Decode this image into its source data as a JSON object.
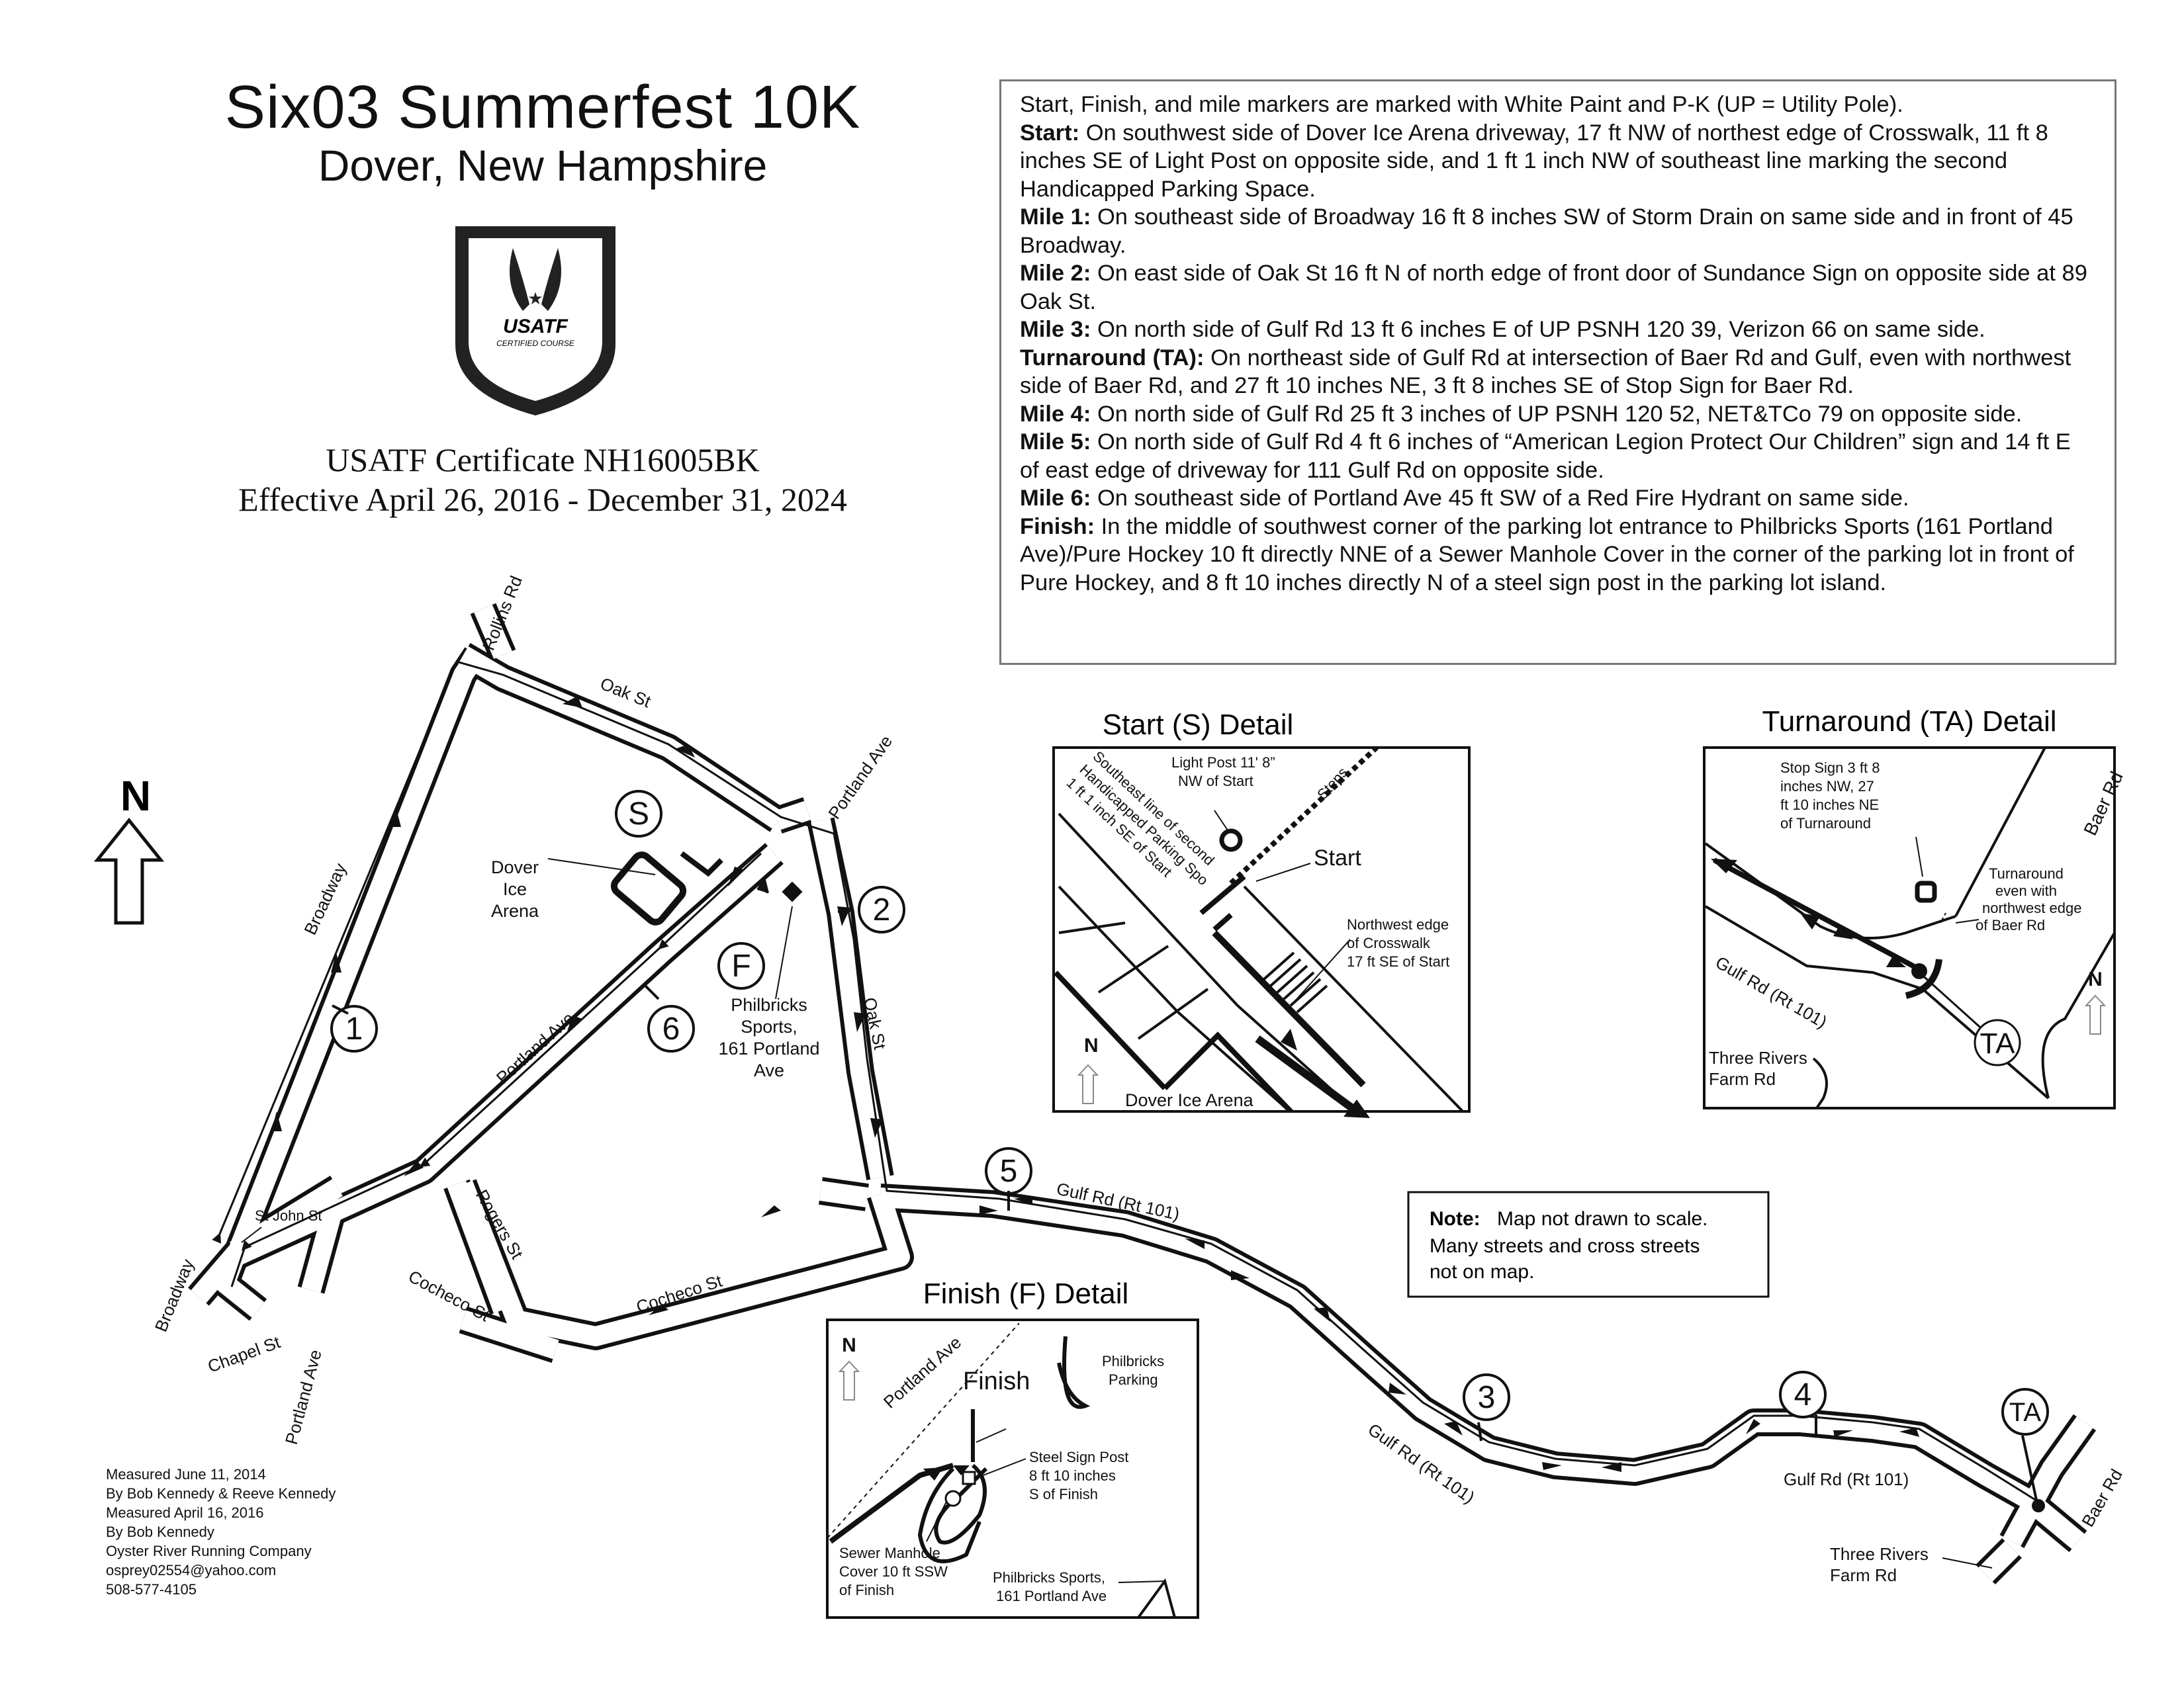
{
  "header": {
    "title": "Six03 Summerfest 10K",
    "subtitle": "Dover, New Hampshire",
    "badge_top": "USATF",
    "badge_bottom": "CERTIFIED COURSE",
    "certificate": "USATF Certificate NH16005BK",
    "effective": "Effective April 26, 2016 - December 31, 2024"
  },
  "description": {
    "intro": "Start, Finish, and mile markers are marked with White Paint and P-K (UP = Utility Pole).",
    "entries": [
      {
        "label": "Start:",
        "text": "On southwest side of Dover Ice Arena driveway, 17 ft NW of northest edge of Crosswalk, 11 ft 8 inches SE of Light Post on opposite side, and 1 ft 1 inch NW of southeast line marking the second Handicapped Parking Space."
      },
      {
        "label": "Mile 1:",
        "text": "On southeast side of Broadway 16 ft 8 inches SW of Storm Drain on same side and in front of 45 Broadway."
      },
      {
        "label": "Mile 2:",
        "text": "On east side of Oak St 16 ft N of north edge of front door of Sundance Sign on opposite side at 89 Oak St."
      },
      {
        "label": "Mile 3:",
        "text": "On north side of Gulf Rd 13 ft 6 inches E of UP  PSNH 120 39, Verizon 66 on same side."
      },
      {
        "label": "Turnaround (TA):",
        "text": "On northeast side of Gulf Rd at intersection of Baer Rd and Gulf, even with northwest side of Baer Rd, and 27 ft 10 inches NE, 3 ft 8 inches SE of Stop Sign for Baer Rd."
      },
      {
        "label": "Mile 4:",
        "text": "On north side of Gulf Rd 25 ft 3 inches of UP  PSNH 120 52, NET&TCo 79 on opposite side."
      },
      {
        "label": "Mile 5:",
        "text": "On north side of Gulf Rd 4 ft 6 inches of “American Legion Protect Our Children” sign and 14 ft E of east edge of driveway for 111 Gulf Rd on opposite side."
      },
      {
        "label": "Mile 6:",
        "text": "On southeast side of Portland Ave 45 ft SW of a Red Fire Hydrant on same side."
      },
      {
        "label": "Finish:",
        "text": "In the middle of southwest corner of the parking lot entrance to Philbricks Sports (161 Portland Ave)/Pure Hockey 10 ft directly NNE of a Sewer Manhole Cover in the corner of the parking lot in front of Pure Hockey, and 8 ft 10 inches directly N of a steel sign post  in the parking lot island."
      }
    ]
  },
  "measured": [
    "Measured June 11, 2014",
    "By Bob Kennedy & Reeve Kennedy",
    "Measured April 16, 2016",
    "By Bob Kennedy",
    "Oyster River Running Company",
    "osprey02554@yahoo.com",
    "508-577-4105"
  ],
  "note": {
    "label": "Note:",
    "line1": "Map not drawn to scale.",
    "line2": "Many streets and cross streets",
    "line3": "not on map."
  },
  "compass": "N",
  "streets": {
    "rollins": "Rollins Rd",
    "oak_top": "Oak St",
    "portland_top": "Portland Ave",
    "broadway_left": "Broadway",
    "oak_right": "Oak St",
    "portland_mid": "Portland Ave",
    "st_john": "St John St",
    "broadway_bottom": "Broadway",
    "chapel": "Chapel St",
    "portland_bottom": "Portland Ave",
    "rogers": "Rogers St",
    "cocheco_left": "Cocheco St",
    "cocheco_right": "Cocheco St",
    "gulf_1": "Gulf Rd (Rt 101)",
    "gulf_2": "Gulf Rd (Rt 101)",
    "gulf_3": "Gulf Rd (Rt 101)",
    "baer": "Baer Rd",
    "three_rivers_1": "Three Rivers",
    "three_rivers_2": "Farm Rd"
  },
  "places": {
    "arena_1": "Dover",
    "arena_2": "Ice",
    "arena_3": "Arena",
    "philbricks_1": "Philbricks",
    "philbricks_2": "Sports,",
    "philbricks_3": "161 Portland",
    "philbricks_4": "Ave"
  },
  "markers": {
    "start": "S",
    "finish": "F",
    "mile1": "1",
    "mile2": "2",
    "mile3": "3",
    "mile4": "4",
    "mile5": "5",
    "mile6": "6",
    "turnaround": "TA"
  },
  "start_detail": {
    "title": "Start (S) Detail",
    "light_1": "Light Post 11' 8”",
    "light_2": "NW of Start",
    "steps": "Steps",
    "start": "Start",
    "hc_1": "Southeast line of second",
    "hc_2": "Handicapped Parking Spo",
    "hc_3": "1 ft 1 inch SE of Start",
    "cw_1": "Northwest edge",
    "cw_2": "of Crosswalk",
    "cw_3": "17 ft SE of Start",
    "arena": "Dover Ice Arena",
    "north": "N"
  },
  "ta_detail": {
    "title": "Turnaround (TA) Detail",
    "stop_1": "Stop Sign 3 ft 8",
    "stop_2": "inches NW, 27",
    "stop_3": "ft 10 inches NE",
    "stop_4": "of  Turnaround",
    "baer": "Baer Rd",
    "ta_1": "Turnaround",
    "ta_2": "even with",
    "ta_3": "northwest edge",
    "ta_4": "of Baer Rd",
    "gulf": "Gulf Rd (Rt 101)",
    "tr_1": "Three Rivers",
    "tr_2": "Farm Rd",
    "ta": "TA",
    "north": "N"
  },
  "finish_detail": {
    "title": "Finish (F) Detail",
    "portland": "Portland Ave",
    "finish": "Finish",
    "lot_1": "Philbricks",
    "lot_2": "Parking",
    "sign_1": "Steel Sign Post",
    "sign_2": "8 ft 10 inches",
    "sign_3": "S of Finish",
    "mh_1": "Sewer Manhole",
    "mh_2": "Cover  10 ft SSW",
    "mh_3": "of Finish",
    "ps_1": "Philbricks Sports,",
    "ps_2": "161 Portland Ave",
    "north": "N"
  }
}
